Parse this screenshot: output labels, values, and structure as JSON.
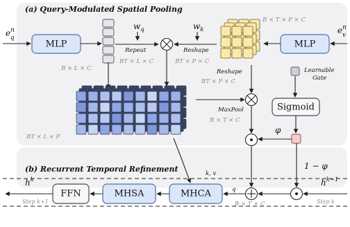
{
  "panel_a": {
    "title": "(a) Query-Modulated Spatial Pooling",
    "eq_base": "e",
    "eq_sup": "n",
    "eq_sub": "q",
    "ev_base": "e",
    "ev_sup": "n",
    "ev_sub": "v",
    "mlp_left": "MLP",
    "mlp_right": "MLP",
    "wq_base": "w",
    "wq_sub": "q",
    "wk_base": "w",
    "wk_sub": "k",
    "repeat": "Repeat",
    "reshape_top": "Reshape",
    "reshape_mid": "Reshape",
    "maxpool": "MaxPool",
    "learnable_gate_line1": "Learnable",
    "learnable_gate_line2": "Gate",
    "sigmoid": "Sigmoid",
    "phi": "φ",
    "one_minus_phi": "1 − φ",
    "dim_blc": "B × L × C",
    "dim_btlc": "BT × L × C",
    "dim_btpc_right": "BT × P × C",
    "dim_btpc_top": "B × T × P × C",
    "dim_btpc_mid": "BT × P × C",
    "dim_btc_mid": "B × T × C",
    "dim_btlp": "BT × L × P",
    "colors": {
      "token": "#e6e6ea",
      "cube": "#fbe9a6",
      "cube_edge": "#6b6040",
      "grid_palette": [
        "#8ea6e6",
        "#a4b8ea",
        "#b9c9ef",
        "#9bb0e8",
        "#c8d6f3",
        "#7f97da",
        "#aebff0"
      ],
      "gate": "#cfcfd8",
      "pink": "#f8c9cf"
    }
  },
  "panel_b": {
    "title": "(b) Recurrent Temporal Refinement",
    "ffn": "FFN",
    "mhsa": "MHSA",
    "mhca": "MHCA",
    "h_left_base": "h",
    "h_left_sup": "k",
    "h_right_base": "h",
    "h_right_sup": "k−1",
    "kv": "k, v",
    "q": "q",
    "dim_btc": "B × T × C",
    "step_left": "Step k+1",
    "step_right": "Step k"
  }
}
